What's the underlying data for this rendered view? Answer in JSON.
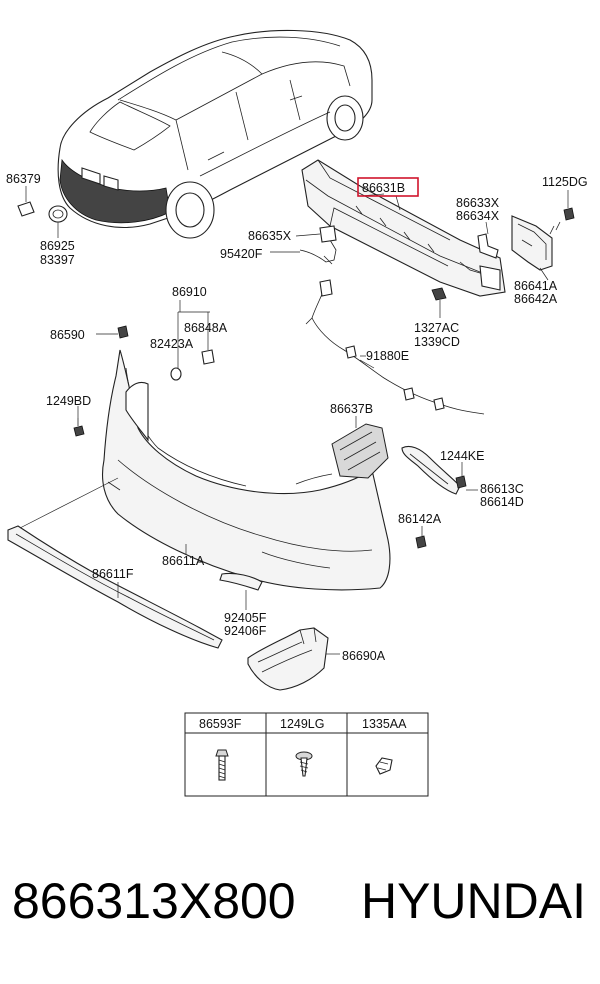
{
  "labels": {
    "p86379": "86379",
    "p86925": "86925",
    "p83397": "83397",
    "p86631B": "86631B",
    "p1125DG": "1125DG",
    "p86633X": "86633X",
    "p86634X": "86634X",
    "p86635X": "86635X",
    "p95420F": "95420F",
    "p86641A": "86641A",
    "p86642A": "86642A",
    "p1327AC": "1327AC",
    "p1339CD": "1339CD",
    "p86910": "86910",
    "p86848A": "86848A",
    "p86590": "86590",
    "p82423A": "82423A",
    "p91880E": "91880E",
    "p1249BD": "1249BD",
    "p86637B": "86637B",
    "p1244KE": "1244KE",
    "p86613C": "86613C",
    "p86614D": "86614D",
    "p86142A": "86142A",
    "p86611A": "86611A",
    "p86611F": "86611F",
    "p92405F": "92405F",
    "p92406F": "92406F",
    "p86690A": "86690A"
  },
  "fastener_table": {
    "headers": [
      "86593F",
      "1249LG",
      "1335AA"
    ]
  },
  "highlighted_part": "86631B",
  "highlight_color": "#d0142c",
  "footer": {
    "part_number": "866313X800",
    "brand": "HYUNDAI"
  }
}
